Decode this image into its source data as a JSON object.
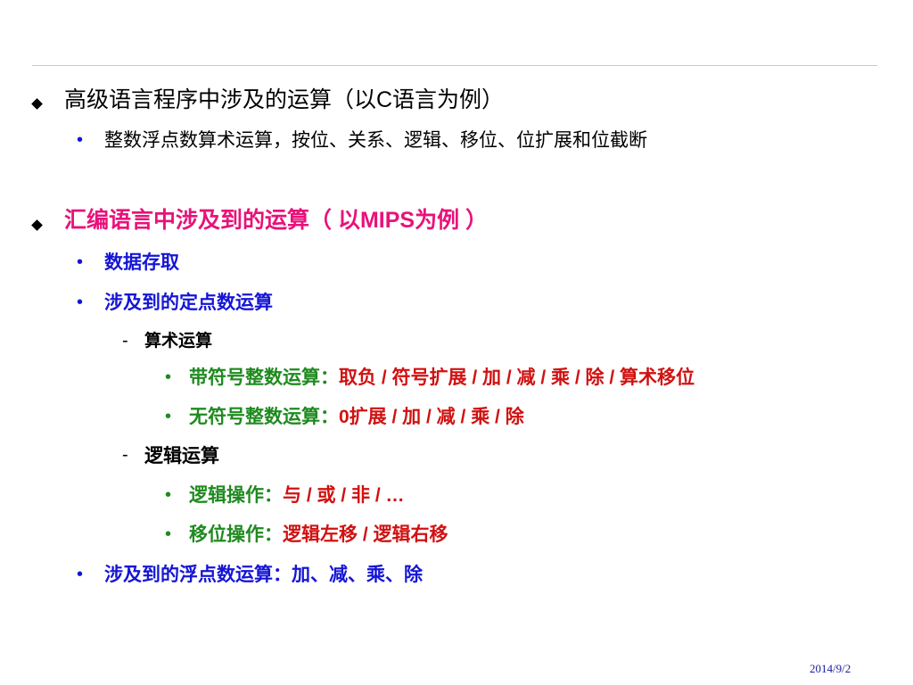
{
  "slide": {
    "bullet1": {
      "heading": "高级语言程序中涉及的运算（以C语言为例）",
      "sub": "整数浮点数算术运算，按位、关系、逻辑、移位、位扩展和位截断"
    },
    "bullet2": {
      "heading": "汇编语言中涉及到的运算（ 以MIPS为例 ）",
      "items": {
        "data_access": "数据存取",
        "fixed_point": "涉及到的定点数运算",
        "arith_heading": "算术运算",
        "signed_label": "带符号整数运算：",
        "signed_ops": "取负 / 符号扩展 / 加 / 减 / 乘 / 除  / 算术移位",
        "unsigned_label": "无符号整数运算：",
        "unsigned_ops": "0扩展 / 加 / 减 / 乘 / 除",
        "logic_heading": "逻辑运算",
        "logic_label": "逻辑操作：",
        "logic_ops": "与 / 或 / 非 / …",
        "shift_label": "移位操作：",
        "shift_ops": "逻辑左移 / 逻辑右移",
        "float_ops": "涉及到的浮点数运算：加、减、乘、除"
      }
    },
    "footer_date": "2014/9/2"
  },
  "colors": {
    "black": "#000000",
    "magenta": "#e8127a",
    "blue": "#1515d6",
    "green": "#1f8a1f",
    "red": "#d11111",
    "rule": "#f0c870"
  }
}
